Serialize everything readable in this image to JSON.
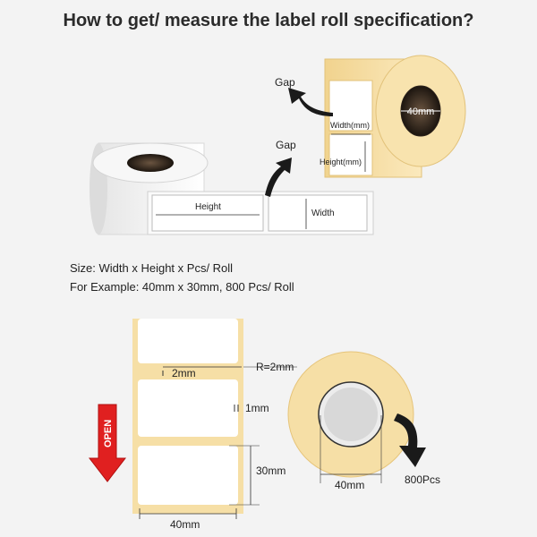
{
  "title": "How to get/ measure the label roll specification?",
  "labels": {
    "gap_top": "Gap",
    "gap_mid": "Gap",
    "core_dia": "40mm",
    "width_mm": "Width(mm)",
    "height_mm": "Height(mm)",
    "height": "Height",
    "width": "Width",
    "radius": "R=2mm",
    "side_margin": "2mm",
    "gap_1mm": "1mm",
    "label_height": "30mm",
    "strip_width": "40mm",
    "roll_width": "40mm",
    "pcs": "800Pcs",
    "open": "OPEN"
  },
  "captions": {
    "line1": "Size: Width x Height x Pcs/ Roll",
    "line2": "For Example: 40mm x 30mm, 800 Pcs/ Roll"
  },
  "colors": {
    "backing": "#f6dfa6",
    "backing_dark": "#e9c97e",
    "label": "#ffffff",
    "arrow_red": "#e02020",
    "core": "#3a2e22"
  }
}
